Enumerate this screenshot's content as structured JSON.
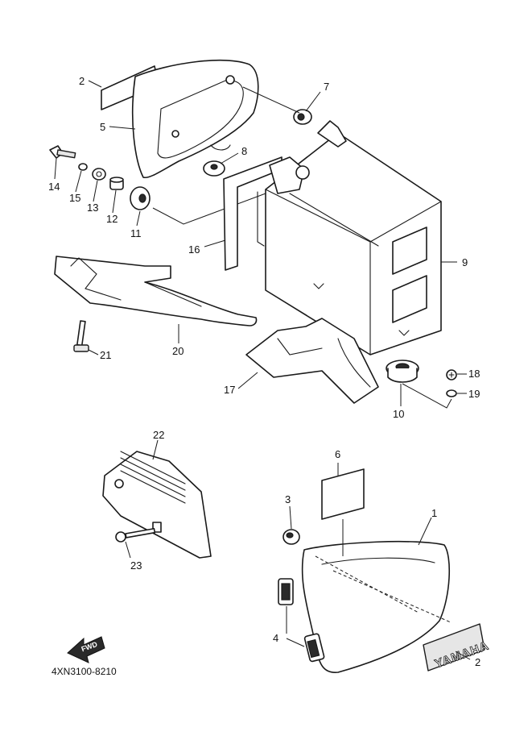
{
  "diagram_code": "4XN3100-8210",
  "fwd_label": "FWD",
  "brand_badge": "YAMAHA",
  "callouts": [
    {
      "id": "c1",
      "label": "1"
    },
    {
      "id": "c2a",
      "label": "2"
    },
    {
      "id": "c2b",
      "label": "2"
    },
    {
      "id": "c3",
      "label": "3"
    },
    {
      "id": "c4",
      "label": "4"
    },
    {
      "id": "c5",
      "label": "5"
    },
    {
      "id": "c6",
      "label": "6"
    },
    {
      "id": "c7",
      "label": "7"
    },
    {
      "id": "c8",
      "label": "8"
    },
    {
      "id": "c9",
      "label": "9"
    },
    {
      "id": "c10",
      "label": "10"
    },
    {
      "id": "c11",
      "label": "11"
    },
    {
      "id": "c12",
      "label": "12"
    },
    {
      "id": "c13",
      "label": "13"
    },
    {
      "id": "c14",
      "label": "14"
    },
    {
      "id": "c15",
      "label": "15"
    },
    {
      "id": "c16",
      "label": "16"
    },
    {
      "id": "c17",
      "label": "17"
    },
    {
      "id": "c18",
      "label": "18"
    },
    {
      "id": "c19",
      "label": "19"
    },
    {
      "id": "c20",
      "label": "20"
    },
    {
      "id": "c21",
      "label": "21"
    },
    {
      "id": "c22",
      "label": "22"
    },
    {
      "id": "c23",
      "label": "23"
    }
  ]
}
